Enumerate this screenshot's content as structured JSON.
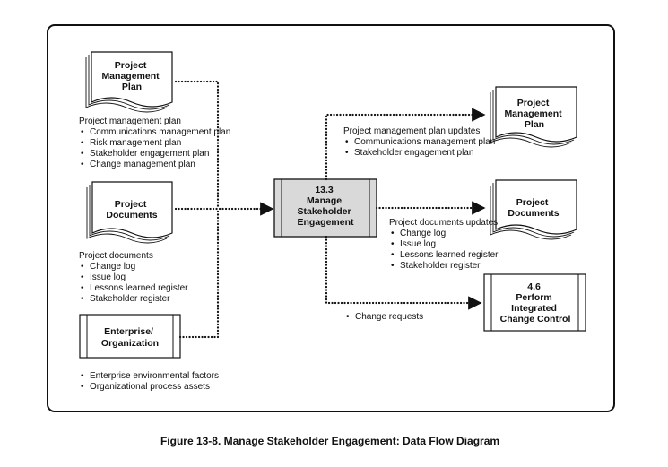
{
  "inputs": {
    "pmp": {
      "title_lines": [
        "Project",
        "Management",
        "Plan"
      ],
      "heading": "Project management plan",
      "items": [
        "Communications management plan",
        "Risk management plan",
        "Stakeholder engagement plan",
        "Change management plan"
      ]
    },
    "docs": {
      "title_lines": [
        "Project",
        "Documents"
      ],
      "heading": "Project documents",
      "items": [
        "Change log",
        "Issue log",
        "Lessons learned register",
        "Stakeholder register"
      ]
    },
    "enterprise": {
      "title_lines": [
        "Enterprise/",
        "Organization"
      ],
      "items": [
        "Enterprise environmental factors",
        "Organizational process assets"
      ]
    }
  },
  "process": {
    "title_lines": [
      "13.3",
      "Manage",
      "Stakeholder",
      "Engagement"
    ],
    "fill": "#d9d9d9"
  },
  "outputs": {
    "pmp_updates": {
      "title_lines": [
        "Project",
        "Management",
        "Plan"
      ],
      "heading": "Project management plan updates",
      "items": [
        "Communications management plan",
        "Stakeholder engagement plan"
      ]
    },
    "docs_updates": {
      "title_lines": [
        "Project",
        "Documents"
      ],
      "heading": "Project documents updates",
      "items": [
        "Change log",
        "Issue log",
        "Lessons learned register",
        "Stakeholder register"
      ]
    },
    "change_control": {
      "title_lines": [
        "4.6",
        "Perform",
        "Integrated",
        "Change Control"
      ],
      "items": [
        "Change requests"
      ]
    }
  },
  "caption": "Figure 13-8. Manage Stakeholder Engagement: Data Flow Diagram",
  "colors": {
    "line": "#111111",
    "frame": "#111111",
    "process_fill": "#d9d9d9"
  }
}
